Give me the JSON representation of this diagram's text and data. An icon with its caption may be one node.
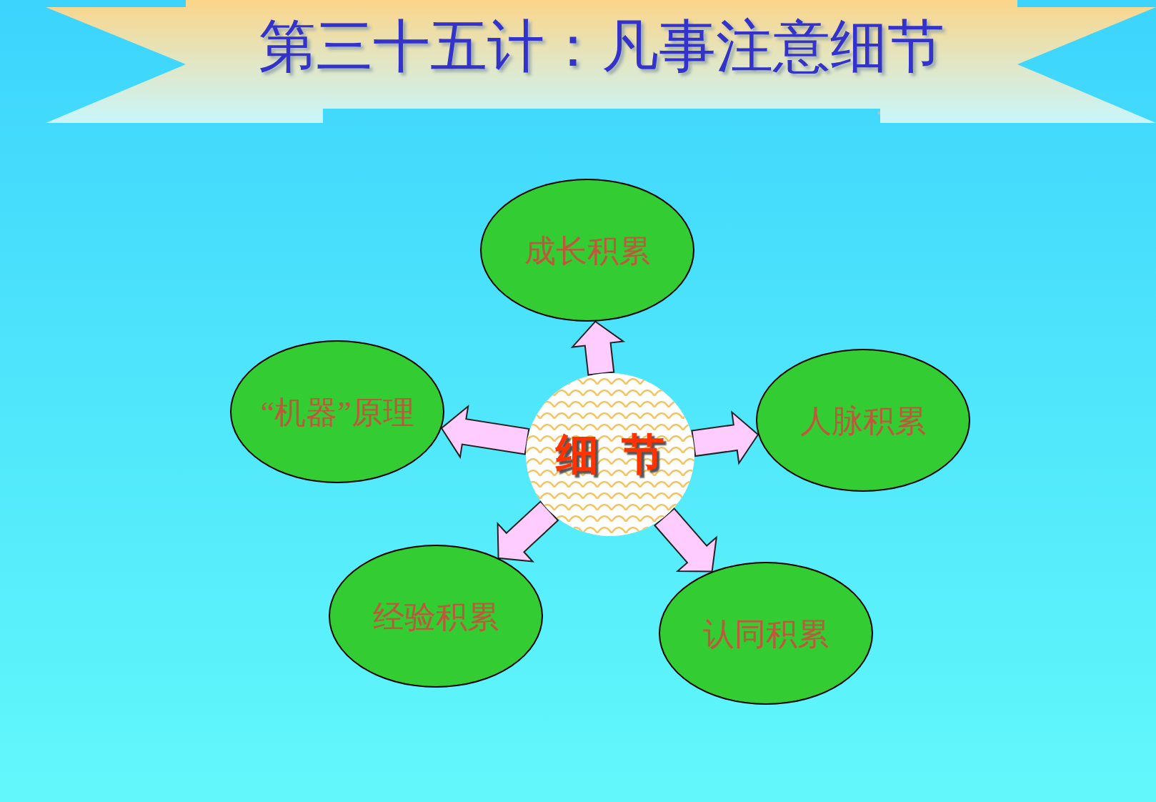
{
  "diagram": {
    "title": "第三十五计：凡事注意细节",
    "nodes": [
      {
        "text": [
          "细节"
        ]
      },
      {
        "text": [
          "成长积累"
        ]
      },
      {
        "text": [
          "“机器”原理"
        ]
      },
      {
        "text": [
          "人脉积累"
        ]
      },
      {
        "text": [
          "经验积累"
        ]
      },
      {
        "text": [
          "认同积累"
        ]
      }
    ],
    "edges": [
      {
        "from": 0,
        "to": 1,
        "arrow": "to"
      },
      {
        "from": 0,
        "to": 2,
        "arrow": "to"
      },
      {
        "from": 0,
        "to": 3,
        "arrow": "to"
      },
      {
        "from": 0,
        "to": 4,
        "arrow": "to"
      },
      {
        "from": 0,
        "to": 5,
        "arrow": "to"
      }
    ]
  }
}
